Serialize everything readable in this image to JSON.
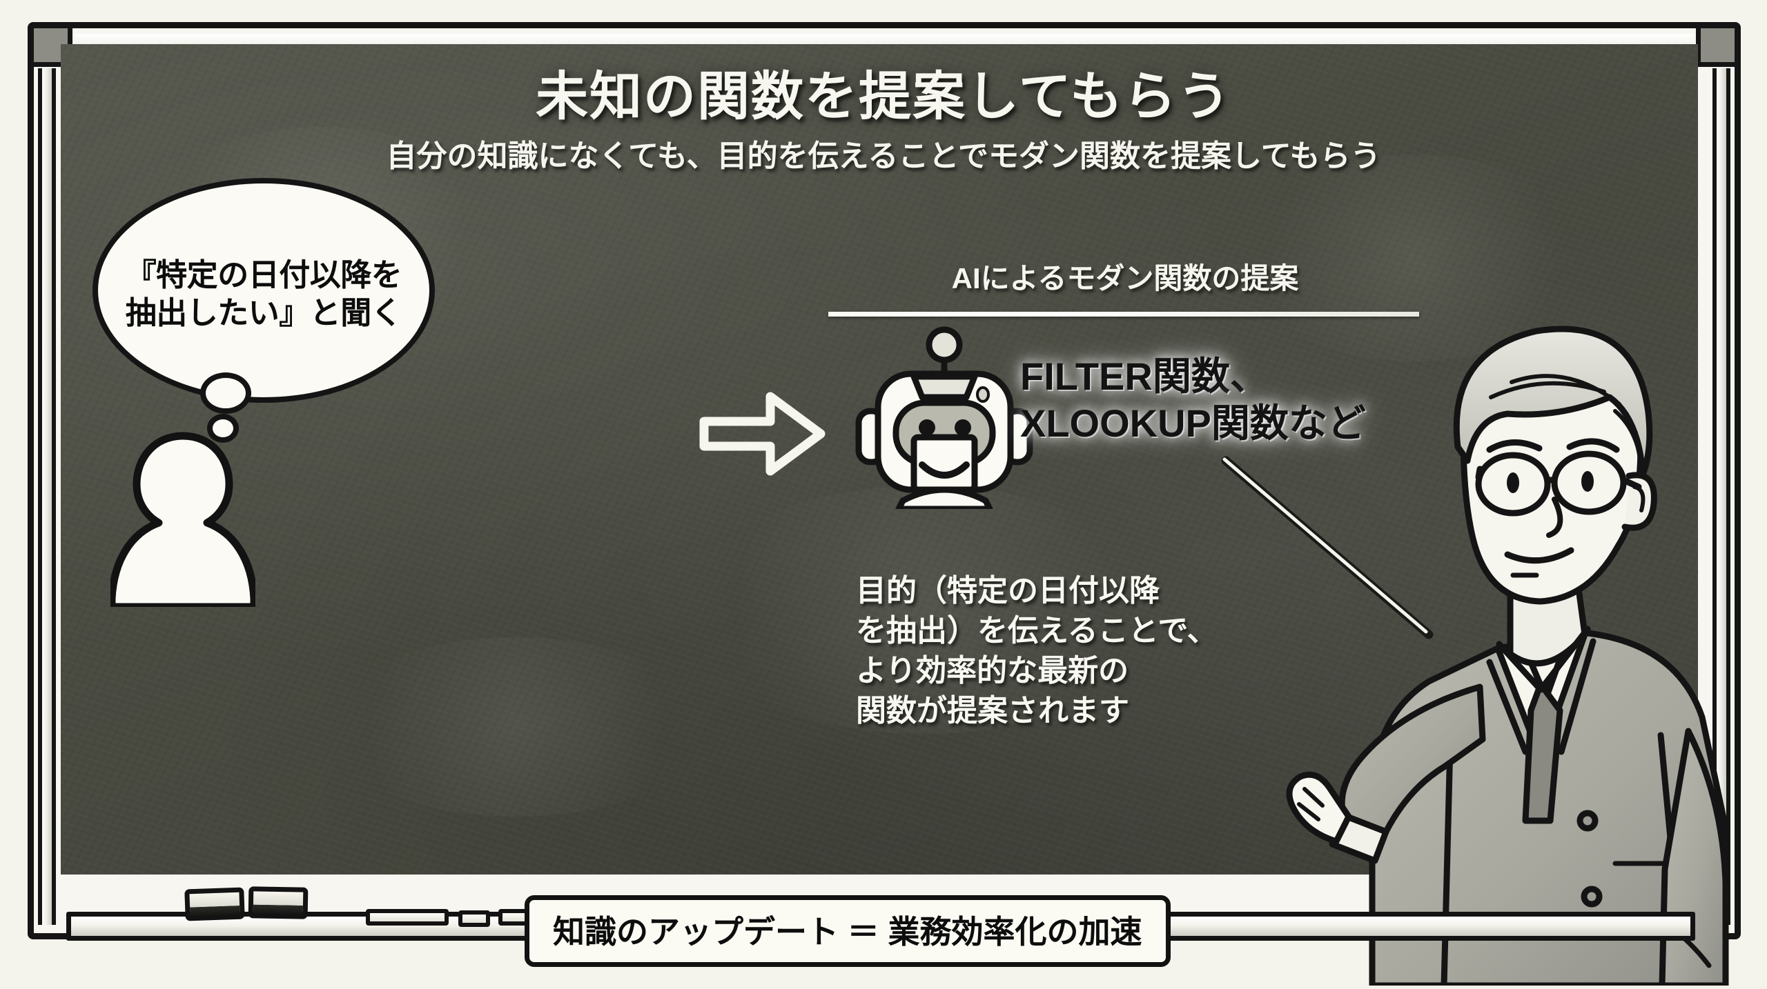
{
  "slide": {
    "title": "未知の関数を提案してもらう",
    "subtitle": "自分の知識になくても、目的を伝えることでモダン関数を提案してもらう"
  },
  "thought_bubble": {
    "line1": "『特定の日付以降を",
    "line2": "抽出したい』と聞く"
  },
  "flow": {
    "arrow": "right-arrow-icon"
  },
  "ai_panel": {
    "heading": "AIによるモダン関数の提案",
    "robot": "robot-icon",
    "functions": {
      "line1": "FILTER関数、",
      "line2": "XLOOKUP関数など"
    },
    "explanation": {
      "line1": "目的（特定の日付以降",
      "line2": "を抽出）を伝えることで、",
      "line3": "より効率的な最新の",
      "line4": "関数が提案されます"
    }
  },
  "banner": {
    "text": "知識のアップデート ＝ 業務効率化の加速"
  },
  "colors": {
    "board": "#4a4c42",
    "frame": "#151515",
    "chalk_white": "#f7f7f0",
    "page_background": "#f4f3ec",
    "corner_bracket": "#8d8d86"
  }
}
